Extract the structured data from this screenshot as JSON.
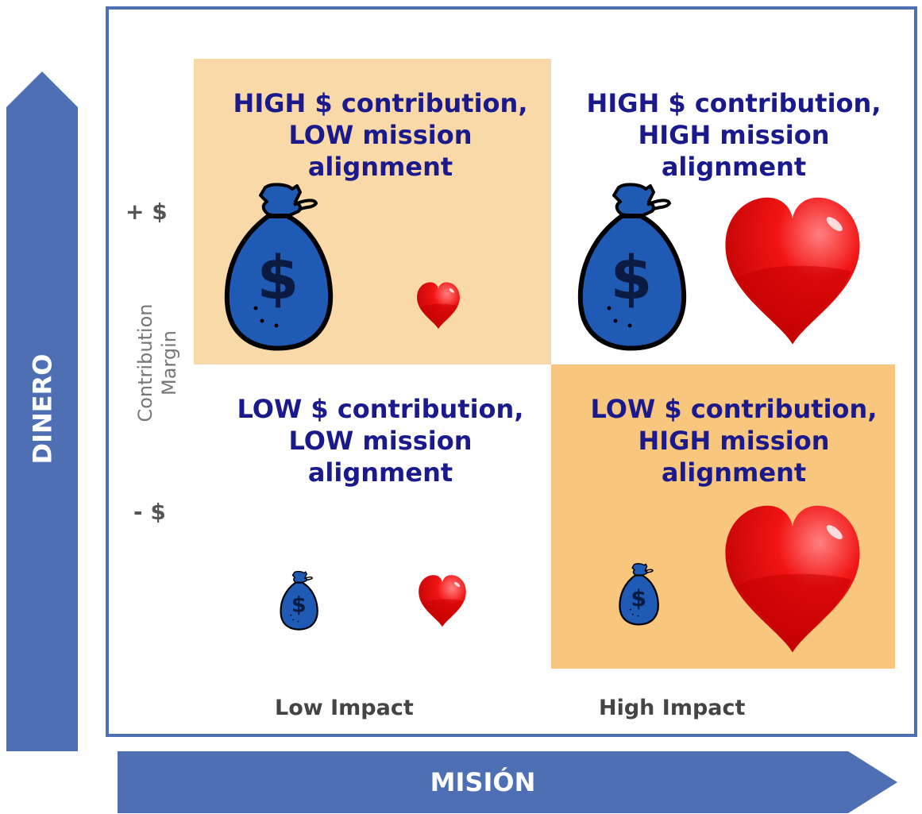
{
  "diagram": {
    "vertical_arrow": {
      "label": "DINERO",
      "color": "#4e6fb3"
    },
    "horizontal_arrow": {
      "label": "MISIÓN",
      "color": "#4e6fb3"
    },
    "y_axis": {
      "title": "Contribution\nMargin",
      "top_label": "+ $",
      "bottom_label": "- $"
    },
    "x_axis": {
      "left_label": "Low Impact",
      "right_label": "High Impact"
    },
    "quadrants": {
      "top_left": {
        "text": "HIGH $ contribution,\nLOW mission\nalignment",
        "bg": "#f9d9a8"
      },
      "top_right": {
        "text": "HIGH $ contribution,\nHIGH mission\nalignment",
        "bg": "#ffffff"
      },
      "bottom_left": {
        "text": "LOW $ contribution,\nLOW mission\nalignment",
        "bg": "#ffffff"
      },
      "bottom_right": {
        "text": "LOW $ contribution,\nHIGH mission\nalignment",
        "bg": "#f8c67c"
      }
    },
    "icons": {
      "money": "money-bag-icon",
      "heart": "heart-icon"
    }
  }
}
